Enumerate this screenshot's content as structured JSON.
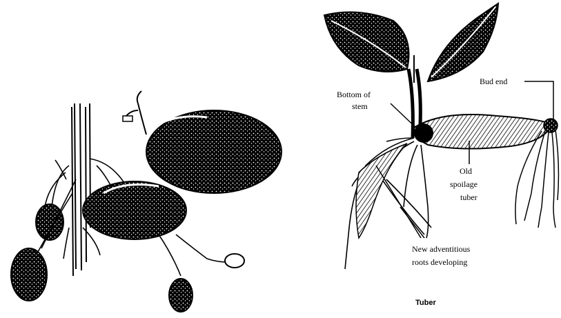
{
  "labels": {
    "stem_end_line1": "Bottom of",
    "stem_end_line2": "stem",
    "bud_end": "Bud end",
    "old_tuber_line1": "Old",
    "old_tuber_line2": "spoilage",
    "old_tuber_line3": "tuber",
    "new_roots_line1": "New adventitious",
    "new_roots_line2": "roots developing",
    "caption": "Tuber"
  },
  "colors": {
    "ink": "#000000",
    "paper": "#ffffff"
  }
}
